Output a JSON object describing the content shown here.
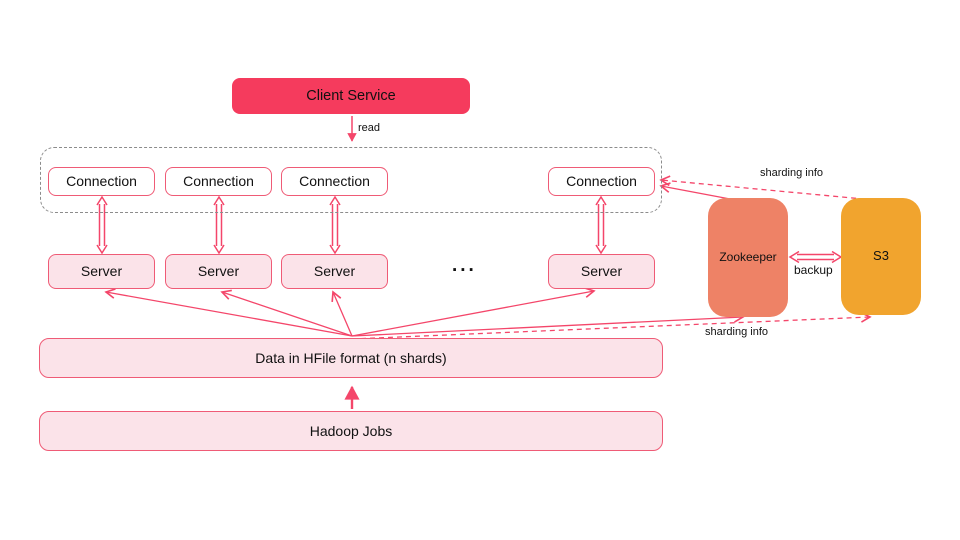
{
  "nodes": {
    "client_service": {
      "label": "Client Service"
    },
    "connection": {
      "label": "Connection",
      "count": 4
    },
    "server": {
      "label": "Server",
      "count": 4
    },
    "ellipsis": "...",
    "zookeeper": {
      "label": "Zookeeper"
    },
    "s3": {
      "label": "S3"
    },
    "hfile": {
      "label": "Data in HFile format (n shards)"
    },
    "hadoop": {
      "label": "Hadoop Jobs"
    }
  },
  "edge_labels": {
    "read": "read",
    "sharding_info_top": "sharding info",
    "sharding_info_bottom": "sharding info",
    "backup": "backup"
  },
  "colors": {
    "accent": "#f53b5d",
    "edge": "#f4466a",
    "box_border": "#ef5b76",
    "box_fill_light": "#fbe3e9",
    "zookeeper_fill": "#ee8266",
    "s3_fill": "#f1a42e",
    "dashed_border": "#8c8c8c",
    "text": "#111111",
    "background": "#ffffff"
  }
}
